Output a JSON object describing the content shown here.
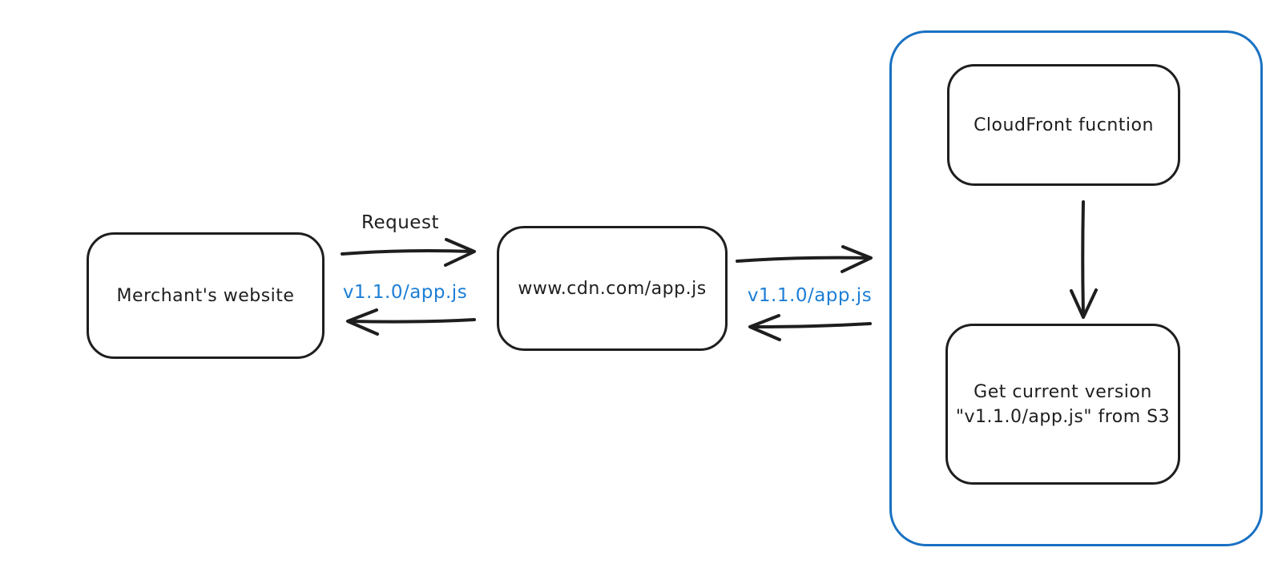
{
  "diagram": {
    "nodes": {
      "merchant": {
        "label": "Merchant's website"
      },
      "cdn": {
        "label": "www.cdn.com/app.js"
      },
      "cloudfront": {
        "label": "CloudFront fucntion"
      },
      "s3": {
        "label_line1": "Get current version",
        "label_line2": "\"v1.1.0/app.js\" from S3"
      }
    },
    "edge_labels": {
      "request": "Request",
      "version_to_merchant": "v1.1.0/app.js",
      "version_to_cdn": "v1.1.0/app.js"
    },
    "colors": {
      "stroke_black": "#1e1e1e",
      "label_blue": "#1c7ed6",
      "container_blue": "#1971c2",
      "background": "#ffffff"
    }
  }
}
